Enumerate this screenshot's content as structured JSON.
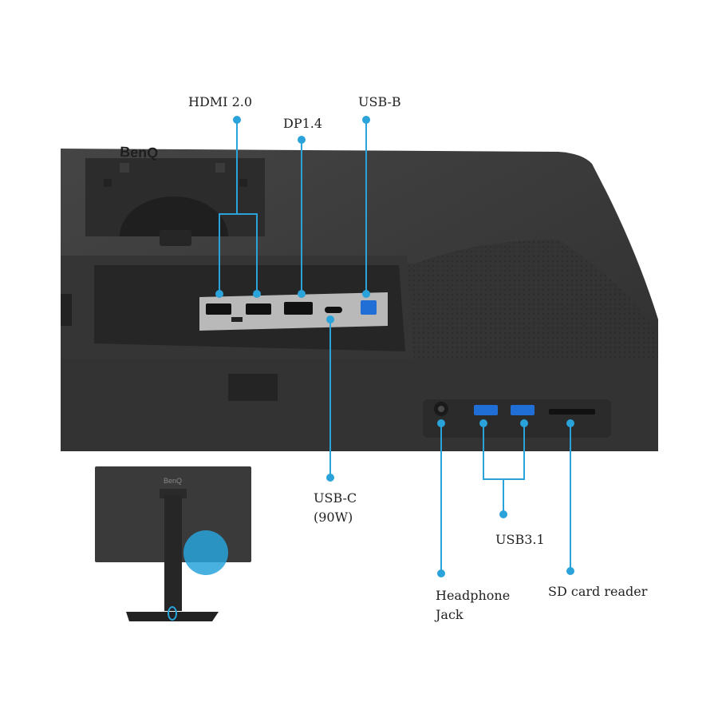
{
  "brand": "BenQ",
  "ports": {
    "hdmi": "HDMI 2.0",
    "dp": "DP1.4",
    "usb_b": "USB-B",
    "usb_c_line1": "USB-C",
    "usb_c_line2": "(90W)",
    "headphone_line1": "Headphone",
    "headphone_line2": "Jack",
    "usb3": "USB3.1",
    "sd": "SD card reader"
  },
  "colors": {
    "callout": "#29a3d9",
    "chassis": "#3b3b3b",
    "chassis_dark": "#2b2b2b",
    "port_panel": "#b5b5b5"
  }
}
